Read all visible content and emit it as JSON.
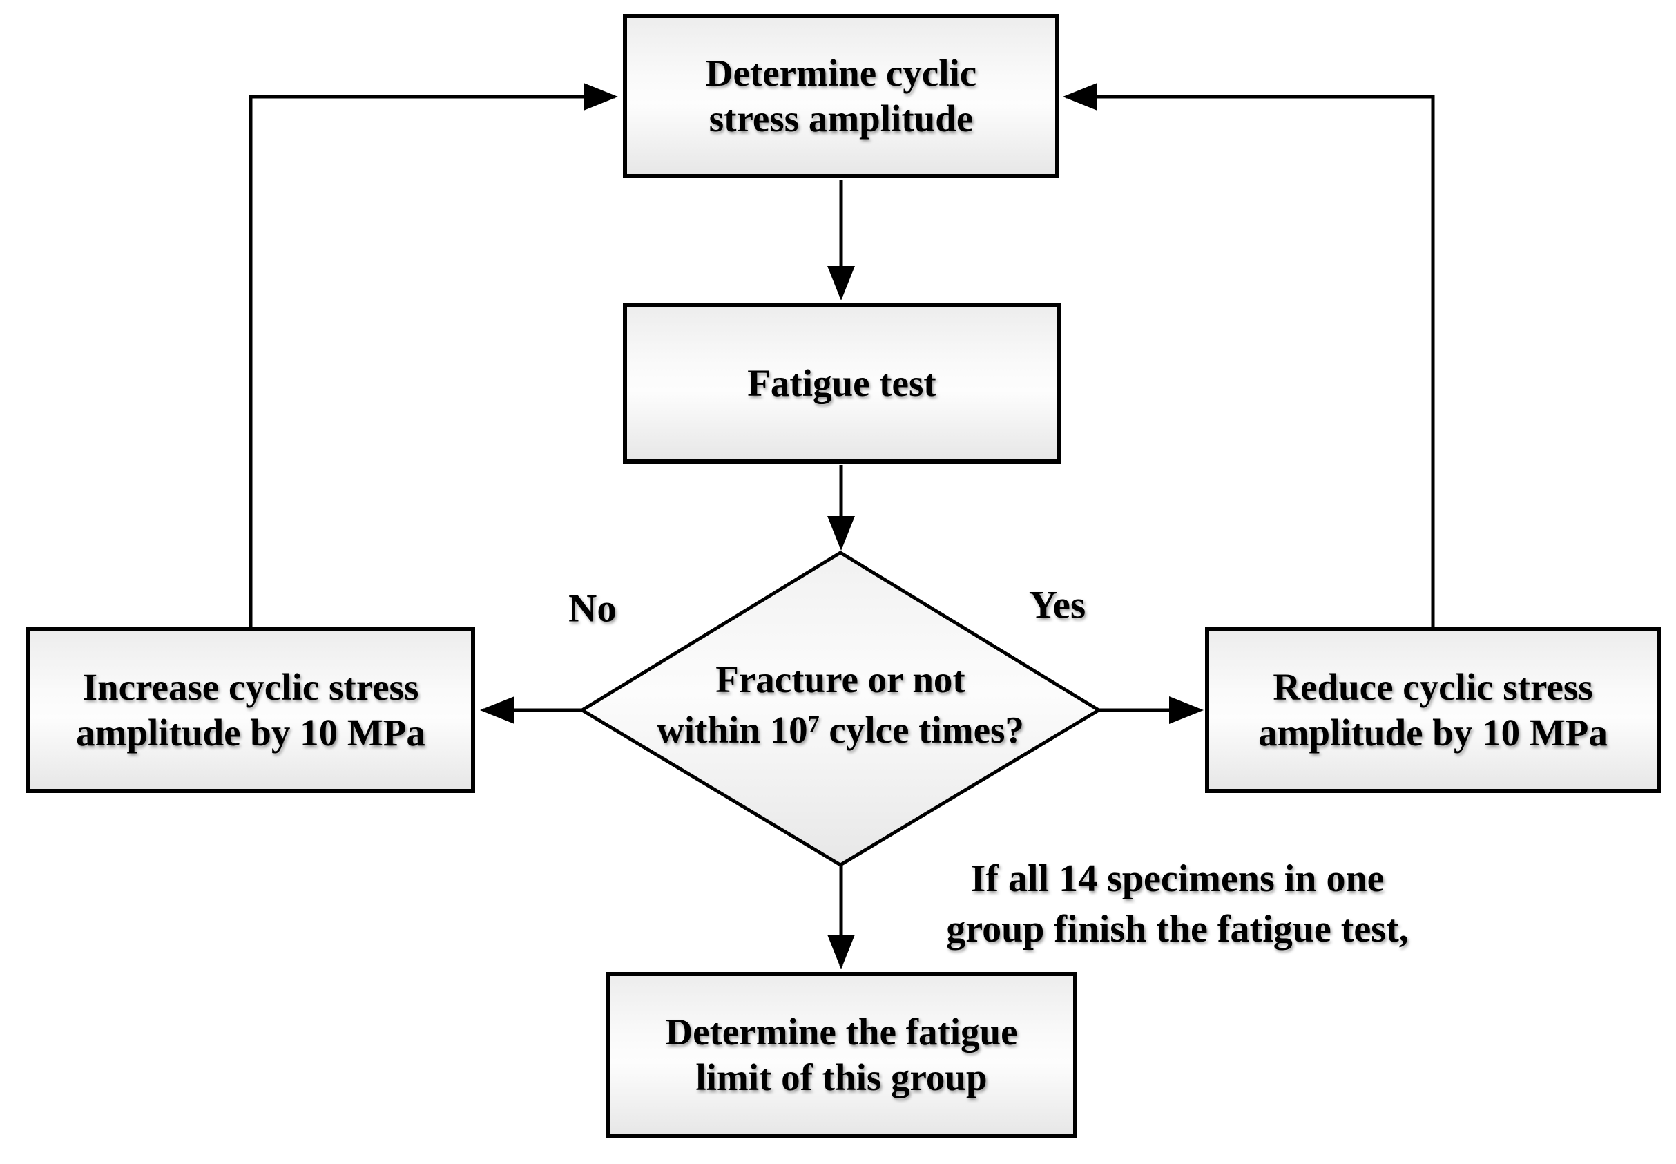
{
  "flowchart": {
    "nodes": {
      "determine_stress": {
        "label": "Determine cyclic\nstress amplitude"
      },
      "fatigue_test": {
        "label": "Fatigue test"
      },
      "decision": {
        "line1": "Fracture or not",
        "line2_prefix": "within 10",
        "line2_superscript": "7",
        "line2_suffix": " cylce times?"
      },
      "increase_stress": {
        "label": "Increase cyclic stress\namplitude by 10 MPa"
      },
      "reduce_stress": {
        "label": "Reduce cyclic stress\namplitude by 10 MPa"
      },
      "determine_limit": {
        "label": "Determine the fatigue\nlimit of this group"
      }
    },
    "edge_labels": {
      "no": "No",
      "yes": "Yes"
    },
    "annotation": "If all 14 specimens in one\ngroup finish the fatigue test,",
    "colors": {
      "stroke": "#000000",
      "node_fill_light": "#fcfcfc",
      "node_fill_dark": "#e7e7e7",
      "text": "#000000",
      "background": "#ffffff"
    }
  }
}
